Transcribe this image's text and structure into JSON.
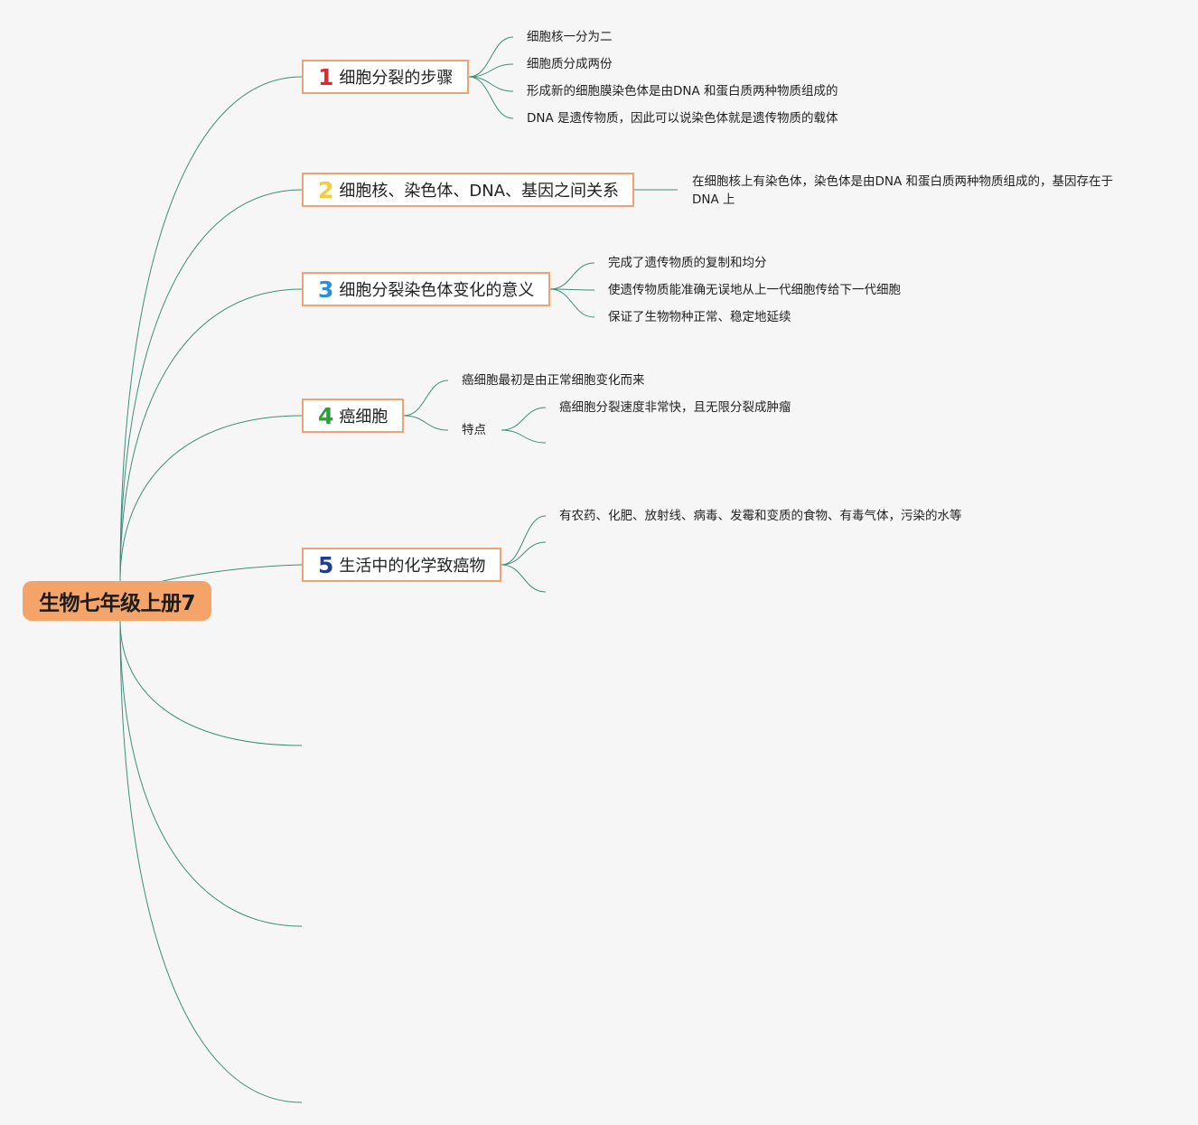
{
  "root": {
    "title": "生物七年级上册7"
  },
  "branches": [
    {
      "number": "1",
      "label": "细胞分裂的步骤",
      "color": "#e0282e",
      "leaves": [
        "细胞核一分为二",
        "细胞质分成两份",
        "形成新的细胞膜染色体是由DNA 和蛋白质两种物质组成的",
        "DNA 是遗传物质，因此可以说染色体就是遗传物质的载体"
      ]
    },
    {
      "number": "2",
      "label": "细胞核、染色体、DNA、基因之间关系",
      "color": "#f3cc3c",
      "leaves": [
        "在细胞核上有染色体，染色体是由DNA 和蛋白质两种物质组成的，基因存在于DNA 上"
      ]
    },
    {
      "number": "3",
      "label": "细胞分裂染色体变化的意义",
      "color": "#2a8fd4",
      "leaves": [
        "完成了遗传物质的复制和均分",
        "使遗传物质能准确无误地从上一代细胞传给下一代细胞",
        "保证了生物物种正常、稳定地延续"
      ]
    },
    {
      "number": "4",
      "label": "癌细胞",
      "color": "#2e9e3a",
      "leaves": [
        "癌细胞最初是由正常细胞变化而来",
        "特点"
      ],
      "subleaves": [
        "癌细胞分裂速度非常快，且无限分裂成肿瘤"
      ]
    },
    {
      "number": "5",
      "label": "生活中的化学致癌物",
      "color": "#1f3f8e",
      "leaves": [
        "有农药、化肥、放射线、病毒、发霉和变质的食物、有毒气体，污染的水等"
      ]
    }
  ],
  "colors": {
    "root_fill": "#f4a468",
    "branch_border": "#f0a172",
    "link": "#3c8f7a"
  }
}
